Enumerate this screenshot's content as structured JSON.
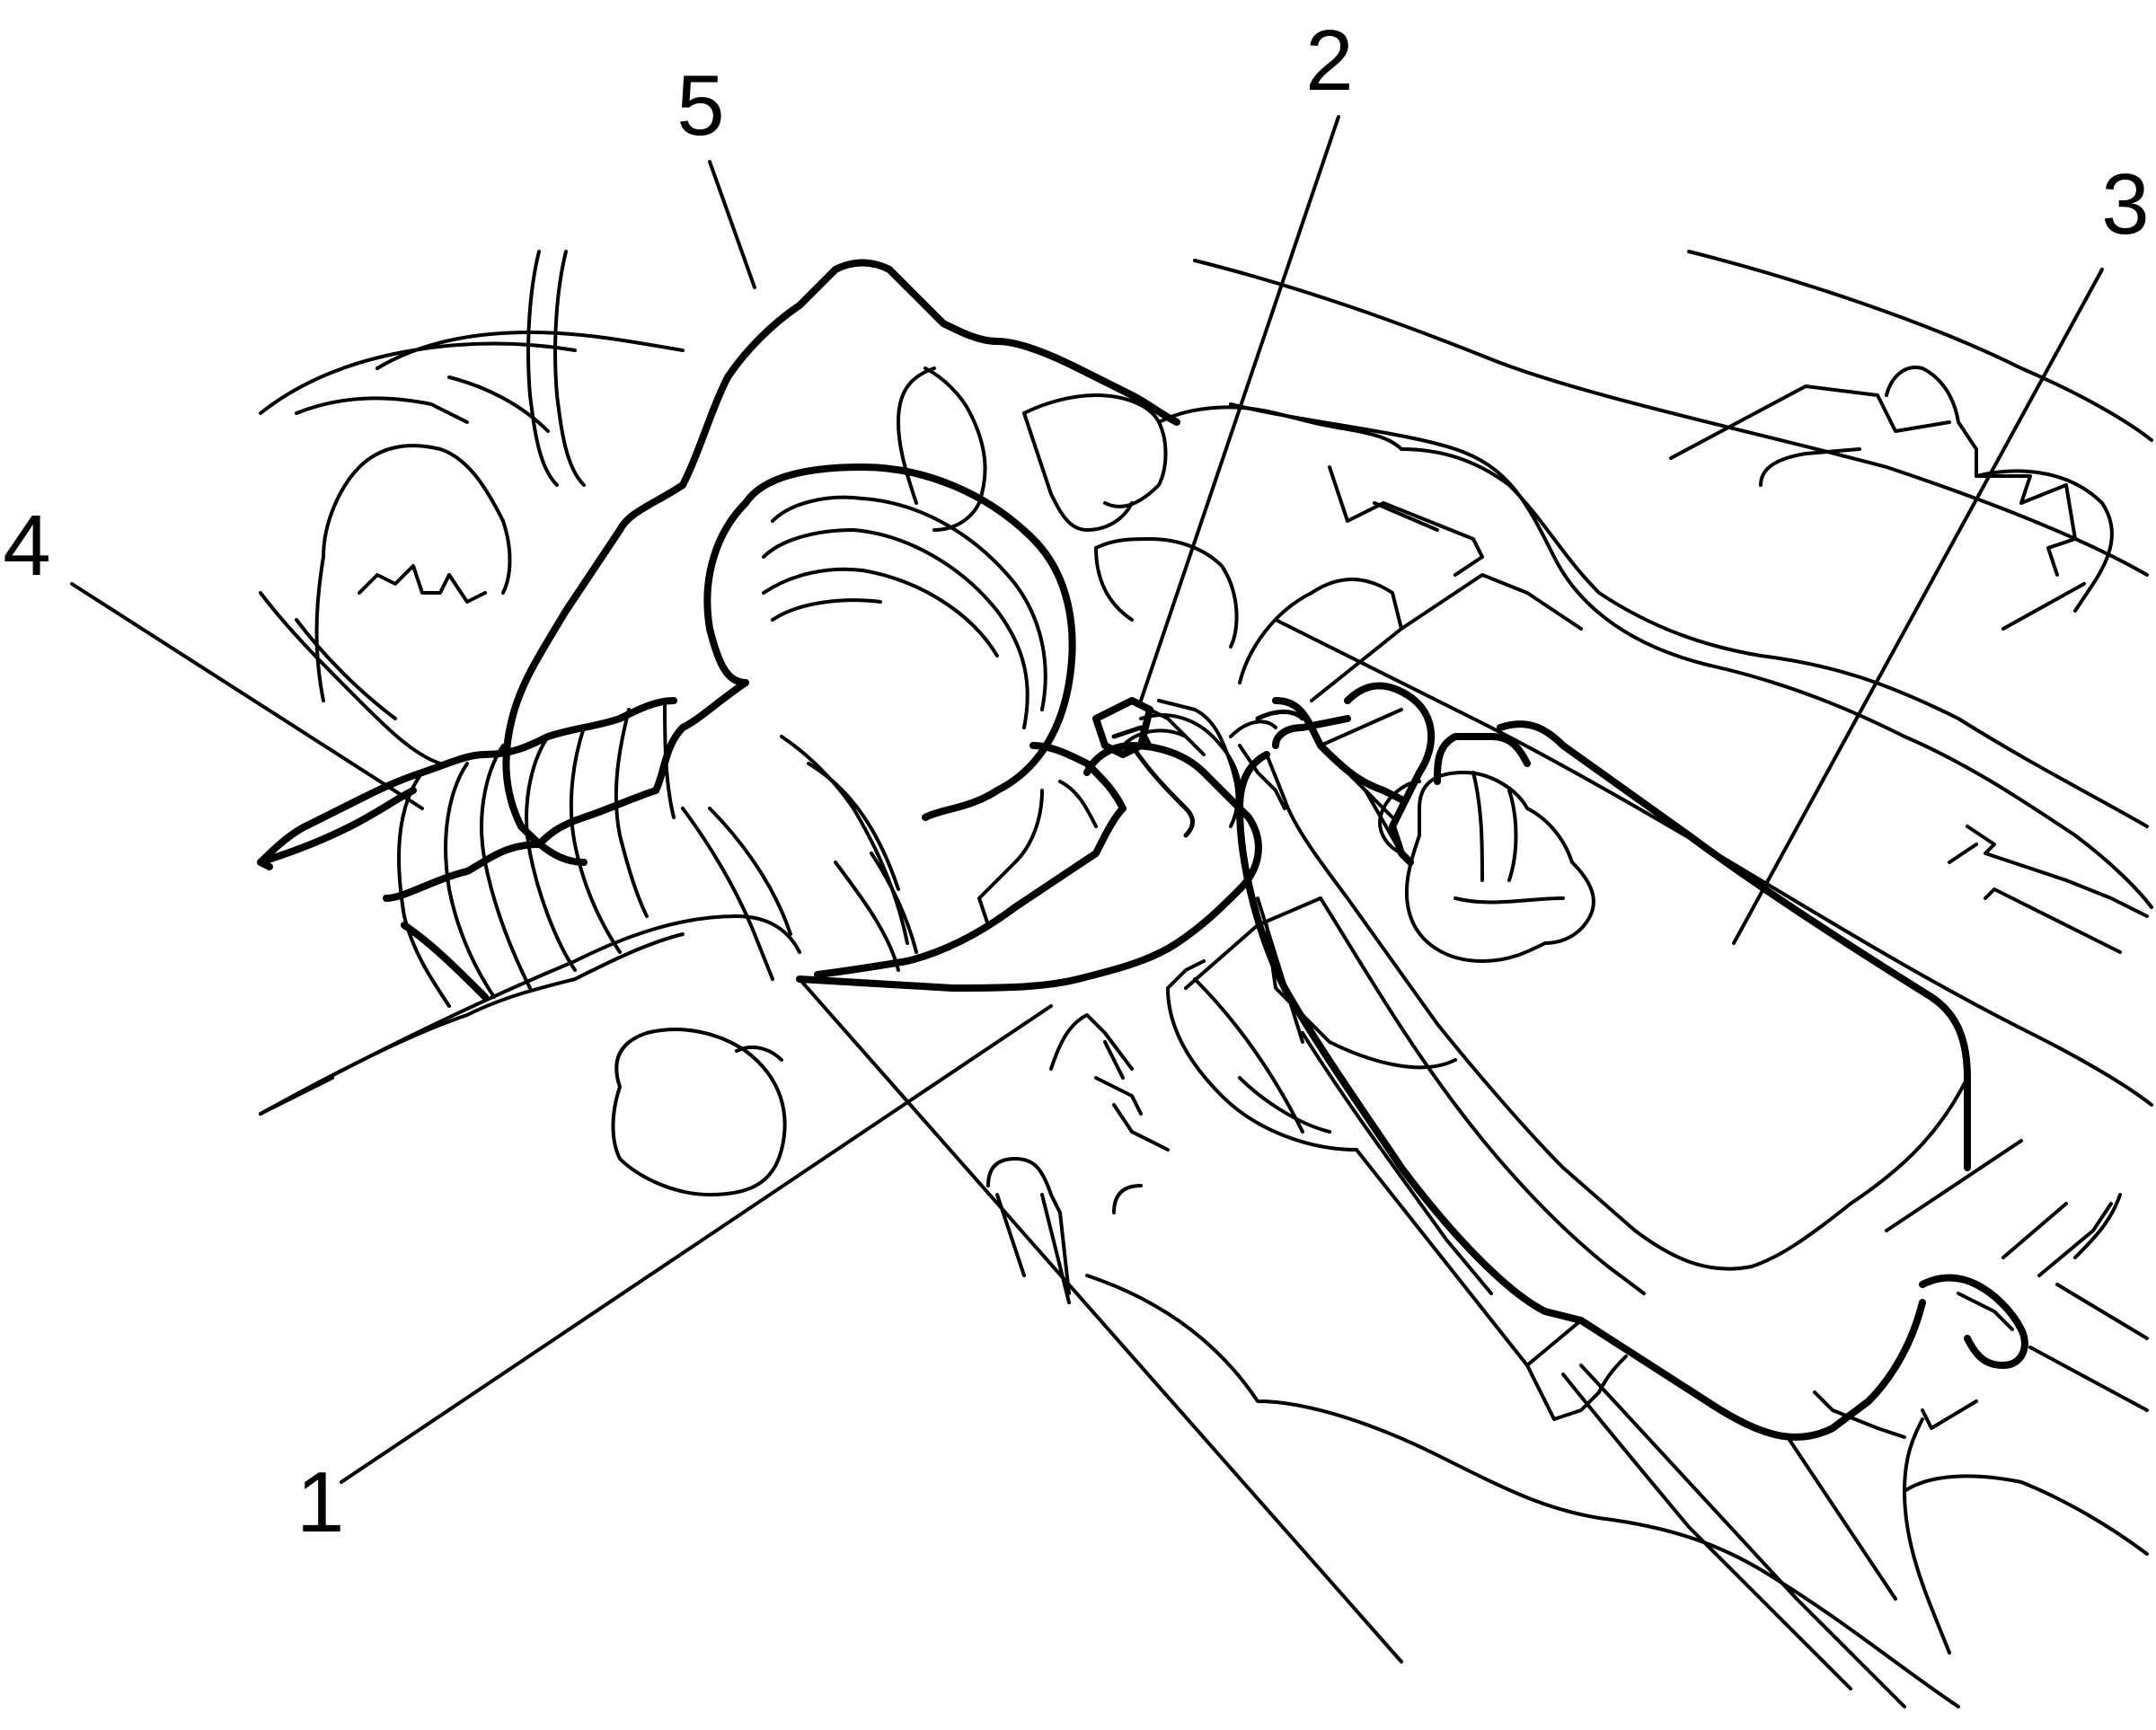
{
  "figure": {
    "callouts": [
      {
        "id": "1",
        "label": "1"
      },
      {
        "id": "2",
        "label": "2"
      },
      {
        "id": "3",
        "label": "3"
      },
      {
        "id": "4",
        "label": "4"
      },
      {
        "id": "5",
        "label": "5"
      }
    ],
    "colors": {
      "line": "#000000",
      "background": "#ffffff"
    }
  }
}
